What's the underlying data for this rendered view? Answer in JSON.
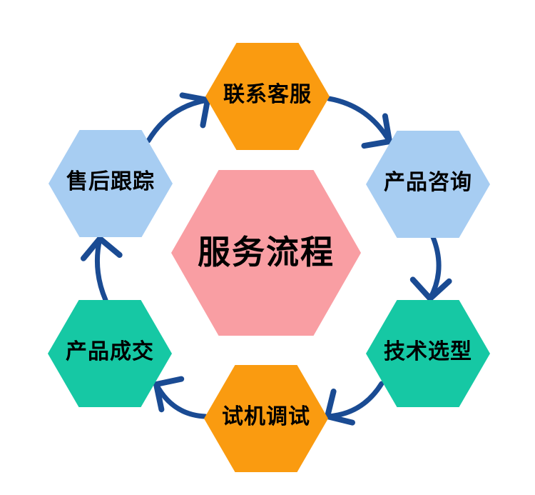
{
  "diagram": {
    "title": {
      "label": "服务流程",
      "color": "#F99EA3"
    },
    "nodes": [
      {
        "id": "contact-service",
        "label": "联系客服",
        "color": "#FA9B10",
        "position": "top"
      },
      {
        "id": "product-inquiry",
        "label": "产品咨询",
        "color": "#A7CDF2",
        "position": "upper-right"
      },
      {
        "id": "tech-selection",
        "label": "技术选型",
        "color": "#16C8A4",
        "position": "lower-right"
      },
      {
        "id": "trial-debug",
        "label": "试机调试",
        "color": "#FA9B10",
        "position": "bottom"
      },
      {
        "id": "product-deal",
        "label": "产品成交",
        "color": "#16C8A4",
        "position": "lower-left"
      },
      {
        "id": "aftersales-track",
        "label": "售后跟踪",
        "color": "#A7CDF2",
        "position": "upper-left"
      }
    ],
    "arrows": [
      {
        "from": "售后跟踪",
        "to": "联系客服"
      },
      {
        "from": "联系客服",
        "to": "产品咨询"
      },
      {
        "from": "产品咨询",
        "to": "技术选型"
      },
      {
        "from": "技术选型",
        "to": "试机调试"
      },
      {
        "from": "试机调试",
        "to": "产品成交"
      },
      {
        "from": "产品成交",
        "to": "售后跟踪"
      }
    ],
    "arrow_color": "#1A4B93",
    "background": "#FFFFFF",
    "text_color": "#000000"
  }
}
